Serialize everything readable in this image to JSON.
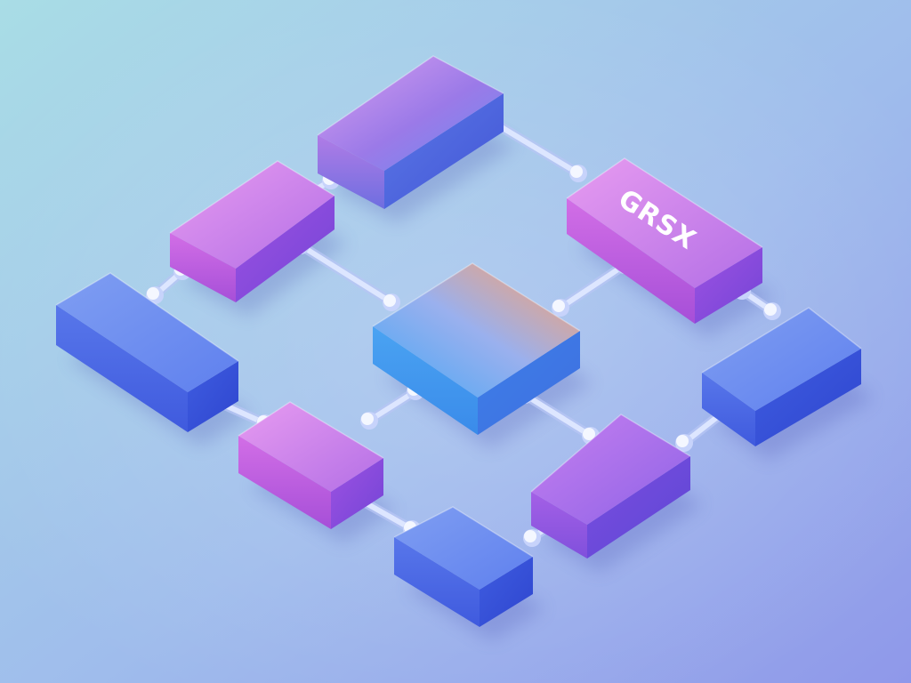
{
  "diagram": {
    "label": "GRSX",
    "label_color": "#ffffff",
    "colors": {
      "background_start": "#a9dde6",
      "background_mid": "#9fbcec",
      "background_end": "#8f98ea",
      "connector": "#dde6ff",
      "pink_block": "#c06be0",
      "violet_block": "#9a5fe0",
      "blue_block": "#4f6fe6",
      "center_gradient_blue": "#3f98f0",
      "center_gradient_orange": "#ff9a56"
    },
    "blocks": [
      {
        "id": "top-left-pink",
        "style": "pink-violet"
      },
      {
        "id": "top-purple-blue",
        "style": "purple-blue"
      },
      {
        "id": "left-blue",
        "style": "blue"
      },
      {
        "id": "center-gradient",
        "style": "center-gradient"
      },
      {
        "id": "grsx-pink",
        "style": "pink-violet",
        "has_label": true
      },
      {
        "id": "right-blue",
        "style": "blue"
      },
      {
        "id": "bottom-left-pink",
        "style": "pink-violet"
      },
      {
        "id": "bottom-blue",
        "style": "blue"
      },
      {
        "id": "bottom-right-purple",
        "style": "purple"
      }
    ],
    "connections": [
      [
        "top-left-pink",
        "top-purple-blue"
      ],
      [
        "top-left-pink",
        "left-blue"
      ],
      [
        "top-left-pink",
        "center-gradient"
      ],
      [
        "top-purple-blue",
        "grsx-pink"
      ],
      [
        "grsx-pink",
        "center-gradient"
      ],
      [
        "grsx-pink",
        "right-blue"
      ],
      [
        "left-blue",
        "bottom-left-pink"
      ],
      [
        "center-gradient",
        "bottom-left-pink"
      ],
      [
        "center-gradient",
        "bottom-right-purple"
      ],
      [
        "right-blue",
        "bottom-right-purple"
      ],
      [
        "bottom-left-pink",
        "bottom-blue"
      ],
      [
        "bottom-blue",
        "bottom-right-purple"
      ]
    ]
  }
}
